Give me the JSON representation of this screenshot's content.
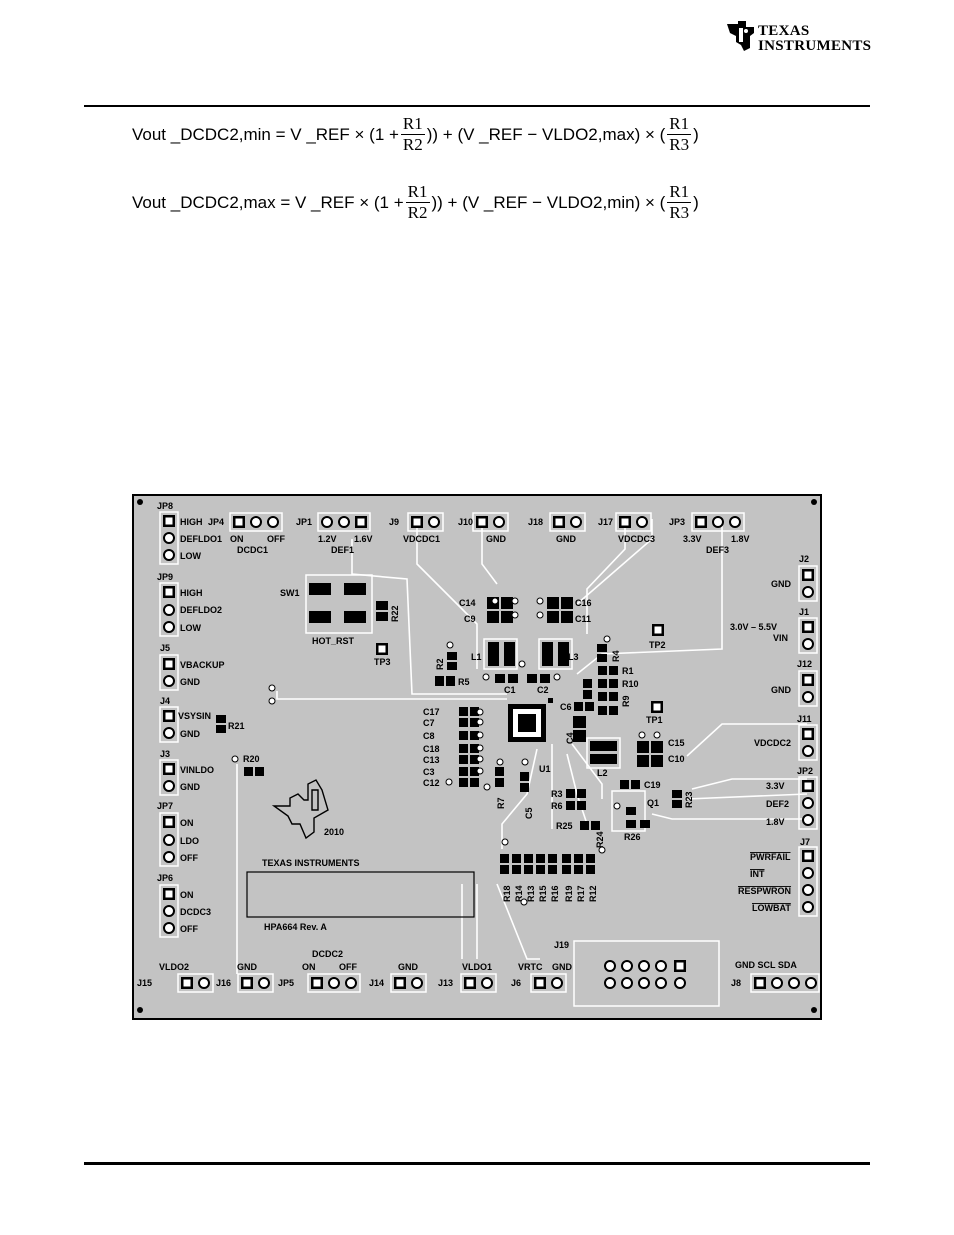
{
  "header": {
    "logo_line1": "TEXAS",
    "logo_line2": "INSTRUMENTS"
  },
  "equations": {
    "eq1": {
      "lhs": "Vout _DCDC2,min = V _REF × (1 +",
      "frac1_num": "R1",
      "frac1_den": "R2",
      "middle": ")) + (V _REF − VLDO2,max) × (",
      "frac2_num": "R1",
      "frac2_den": "R3",
      "end": ")"
    },
    "eq2": {
      "lhs": "Vout _DCDC2,max = V _REF × (1 +",
      "frac1_num": "R1",
      "frac1_den": "R2",
      "middle": ")) + (V _REF − VLDO2,min) × (",
      "frac2_num": "R1",
      "frac2_den": "R3",
      "end": ")"
    }
  },
  "board": {
    "left_labels": [
      {
        "jp": "JP8",
        "opts": [
          "HIGH",
          "DEFLDO1",
          "LOW"
        ]
      },
      {
        "jp": "JP9",
        "opts": [
          "HIGH",
          "DEFLDO2",
          "LOW"
        ]
      },
      {
        "jp": "J5",
        "opts": [
          "VBACKUP",
          "GND"
        ]
      },
      {
        "jp": "J4",
        "opts": [
          "VSYSIN",
          "GND"
        ]
      },
      {
        "jp": "J3",
        "opts": [
          "VINLDO",
          "GND"
        ]
      },
      {
        "jp": "JP7",
        "opts": [
          "ON",
          "LDO",
          "OFF"
        ]
      },
      {
        "jp": "JP6",
        "opts": [
          "ON",
          "DCDC3",
          "OFF"
        ]
      }
    ],
    "top_labels": {
      "jp4": "JP4",
      "jp4_on": "ON",
      "jp4_off": "OFF",
      "jp4_name": "DCDC1",
      "jp1": "JP1",
      "jp1_a": "1.2V",
      "jp1_b": "1.6V",
      "jp1_name": "DEF1",
      "j9": "J9",
      "j9_name": "VDCDC1",
      "j10": "J10",
      "j10_name": "GND",
      "j18": "J18",
      "j18_name": "GND",
      "j17": "J17",
      "j17_name": "VDCDC3",
      "jp3": "JP3",
      "jp3_a": "3.3V",
      "jp3_b": "1.8V",
      "jp3_name": "DEF3"
    },
    "right_labels": {
      "j2": "J2",
      "j2_name": "GND",
      "j1": "J1",
      "j1_a": "3.0V – 5.5V",
      "j1_b": "VIN",
      "j12": "J12",
      "j12_name": "GND",
      "j11": "J11",
      "j11_name": "VDCDC2",
      "jp2": "JP2",
      "jp2_a": "3.3V",
      "jp2_b": "DEF2",
      "jp2_c": "1.8V",
      "j7": "J7",
      "j7_opts": [
        "PWRFAIL",
        "INT",
        "RESPWRON",
        "LOWBAT"
      ]
    },
    "bottom_labels": {
      "j15": "J15",
      "j15_name": "VLDO2",
      "j16": "J16",
      "j16_name": "GND",
      "jp5": "JP5",
      "jp5_name": "DCDC2",
      "jp5_on": "ON",
      "jp5_off": "OFF",
      "j14": "J14",
      "j14_name": "GND",
      "j13": "J13",
      "j13_name": "VLDO1",
      "j6": "J6",
      "j6_a": "VRTC",
      "j6_b": "GND",
      "j19": "J19",
      "j8": "J8",
      "j8_name": "GND SCL SDA"
    },
    "components": {
      "sw1": "SW1",
      "hot_rst": "HOT_RST",
      "r22": "R22",
      "tp3": "TP3",
      "c14": "C14",
      "c9": "C9",
      "c16": "C16",
      "c11": "C11",
      "tp2": "TP2",
      "tp1": "TP1",
      "l1": "L1",
      "l3": "L3",
      "l2": "L2",
      "c1": "C1",
      "c2": "C2",
      "r2": "R2",
      "r5": "R5",
      "r4": "R4",
      "r1": "R1",
      "r10": "R10",
      "r9": "R9",
      "c6": "C6",
      "c4": "C4",
      "c15": "C15",
      "c10": "C10",
      "c17": "C17",
      "c7": "C7",
      "c8": "C8",
      "c18": "C18",
      "c13": "C13",
      "c3": "C3",
      "c12": "C12",
      "r21": "R21",
      "r20": "R20",
      "r7": "R7",
      "c5": "C5",
      "u1": "U1",
      "c19": "C19",
      "q1": "Q1",
      "r23": "R23",
      "r3": "R3",
      "r6": "R6",
      "r25": "R25",
      "r24": "R24",
      "r26": "R26",
      "bottom_resistors": [
        "R18",
        "R14",
        "R13",
        "R15",
        "R16",
        "R19",
        "R17",
        "R12"
      ],
      "year": "2010",
      "board_title": "TEXAS INSTRUMENTS",
      "rev": "HPA664 Rev. A"
    }
  }
}
